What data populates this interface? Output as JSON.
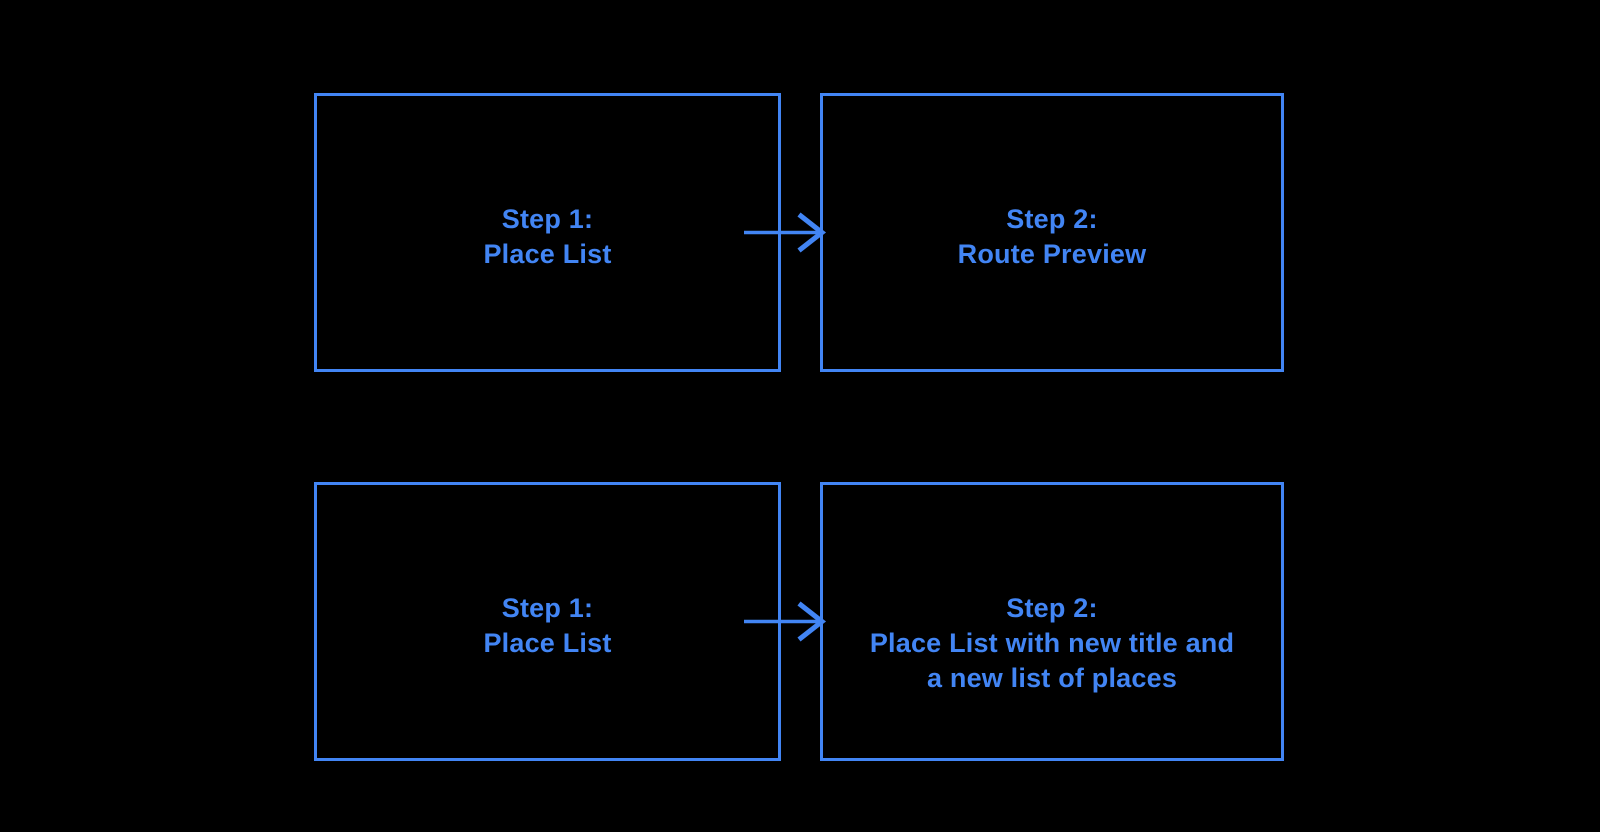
{
  "app": {
    "background_color": "#000000",
    "accent_color": "#4285F4"
  },
  "flowchart": {
    "boxes": [
      {
        "id": "step1-place-list-top",
        "lines": [
          "Step 1:",
          "Place List"
        ]
      },
      {
        "id": "step2-route-preview",
        "lines": [
          "Step 2:",
          "Route Preview"
        ]
      },
      {
        "id": "step1-place-list-bottom",
        "lines": [
          "Step 1:",
          "Place List"
        ]
      },
      {
        "id": "step2-place-list-new",
        "lines": [
          "Step 2:",
          "Place List with new title and",
          "a new list of places"
        ]
      }
    ],
    "connectors": [
      {
        "from": "step1-place-list-top",
        "to": "step2-route-preview",
        "direction": "right"
      },
      {
        "from": "step1-place-list-bottom",
        "to": "step2-place-list-new",
        "direction": "right"
      }
    ]
  }
}
